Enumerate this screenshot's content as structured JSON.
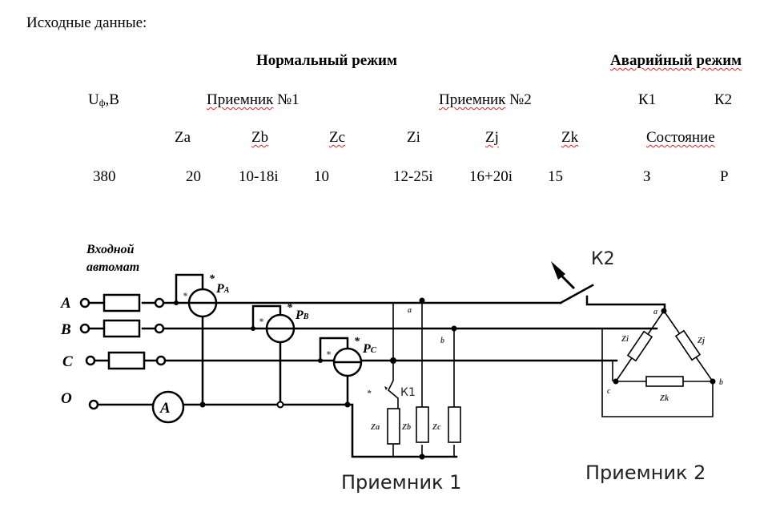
{
  "heading": "Исходные данные:",
  "modes": {
    "normal": "Нормальный режим",
    "emergency": "Аварийный режим"
  },
  "table": {
    "uphase_label": "U",
    "uphase_sub": "ф",
    "uphase_unit": ",В",
    "receiver1": "Приемник №1",
    "receiver2": "Приемник №2",
    "k1": "К1",
    "k2": "К2",
    "state": "Состояние",
    "columns": {
      "za": "Za",
      "zb": "Zb",
      "zc": "Zc",
      "zi": "Zi",
      "zj": "Zj",
      "zk": "Zk"
    },
    "values": {
      "u": "380",
      "za": "20",
      "zb": "10-18i",
      "zc": "10",
      "zi": "12-25i",
      "zj": "16+20i",
      "zk": "15",
      "k1_state": "З",
      "k2_state": "Р"
    }
  },
  "circuit": {
    "input_breaker_line1": "Входной",
    "input_breaker_line2": "автомат",
    "phases": [
      "A",
      "B",
      "C",
      "O"
    ],
    "ammeter": "A",
    "wattmeters": [
      {
        "main": "P",
        "sub": "A"
      },
      {
        "main": "P",
        "sub": "B"
      },
      {
        "main": "P",
        "sub": "C"
      }
    ],
    "star": "*",
    "k1": "К1",
    "k2": "К2",
    "node_a": "a",
    "node_b": "b",
    "node_c": "c",
    "za": "Za",
    "zb": "Zb",
    "zc": "Zc",
    "zi": "Zi",
    "zj": "Zj",
    "zk": "Zk",
    "receiver1_caption": "Приемник 1",
    "receiver2_caption": "Приемник 2"
  }
}
